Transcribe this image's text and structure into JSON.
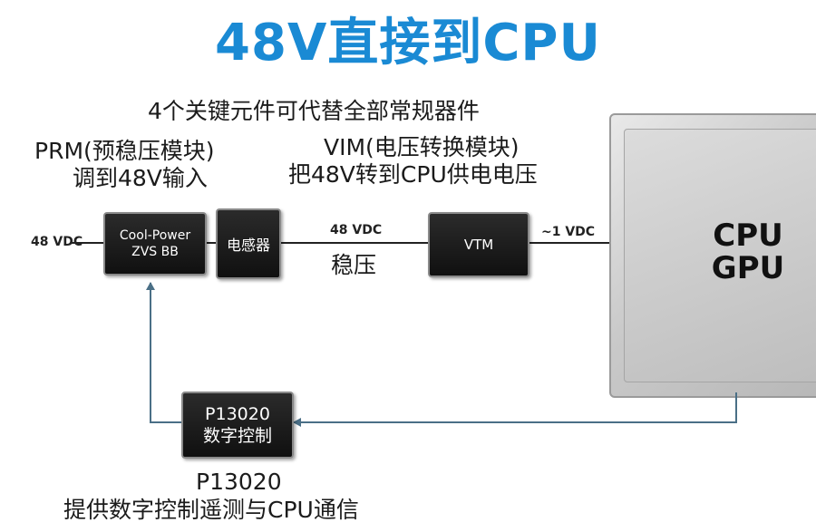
{
  "title": "48V直接到CPU",
  "subtitle": "4个关键元件可代替全部常规器件",
  "prm_note": [
    "PRM(预稳压模块)",
    "调到48V输入"
  ],
  "vim_note": [
    "VIM(电压转换模块)",
    "把48V转到CPU供电电压"
  ],
  "input_voltage": "48 VDC",
  "bus_voltage": "48 VDC",
  "bus_note": "稳压",
  "output_voltage": "~1 VDC",
  "blocks": {
    "prm": [
      "Cool-Power",
      "ZVS BB"
    ],
    "inductor": "电感器",
    "vtm": "VTM",
    "controller": [
      "P13020",
      "数字控制"
    ]
  },
  "chip": [
    "CPU",
    "GPU"
  ],
  "controller_note": [
    "P13020",
    "提供数字控制遥测与CPU通信"
  ],
  "colors": {
    "title": "#1a8ad4",
    "arrow": "#4a6f86"
  }
}
